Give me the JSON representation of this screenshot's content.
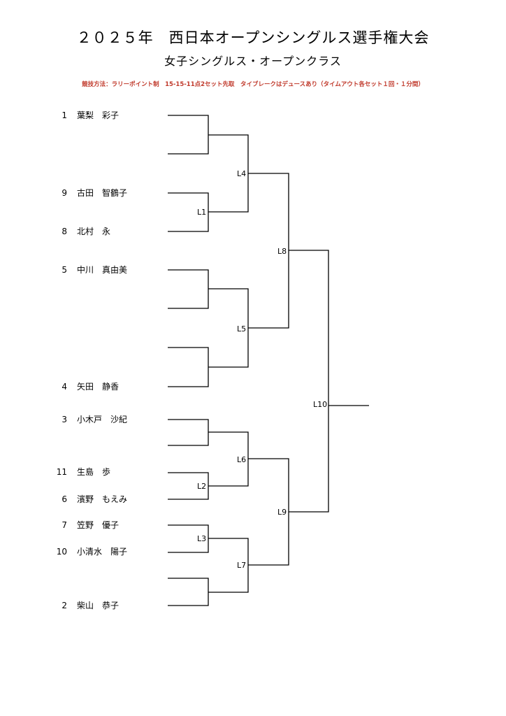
{
  "header": {
    "title": "２０２５年　西日本オープンシングルス選手権大会",
    "subtitle": "女子シングルス・オープンクラス",
    "rules": "競技方法：ラリーポイント制　15-15-11点2セット先取　タイブレークはデュースあり（タイムアウト各セット１回・１分間）"
  },
  "players": [
    {
      "seed": "1",
      "name": "葉梨　彩子"
    },
    {
      "seed": "9",
      "name": "古田　智鶴子"
    },
    {
      "seed": "8",
      "name": "北村　永"
    },
    {
      "seed": "5",
      "name": "中川　真由美"
    },
    {
      "seed": "4",
      "name": "矢田　静香"
    },
    {
      "seed": "3",
      "name": "小木戸　沙紀"
    },
    {
      "seed": "11",
      "name": "生島　歩"
    },
    {
      "seed": "6",
      "name": "濱野　もえみ"
    },
    {
      "seed": "7",
      "name": "笠野　優子"
    },
    {
      "seed": "10",
      "name": "小清水　陽子"
    },
    {
      "seed": "2",
      "name": "柴山　恭子"
    }
  ],
  "matches": {
    "L1": "L1",
    "L2": "L2",
    "L3": "L3",
    "L4": "L4",
    "L5": "L5",
    "L6": "L6",
    "L7": "L7",
    "L8": "L8",
    "L9": "L9",
    "L10": "L10"
  }
}
